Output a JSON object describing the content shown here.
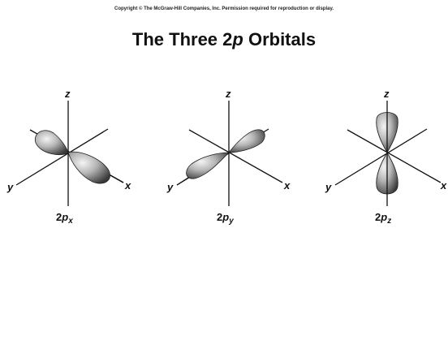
{
  "header": {
    "copyright": "Copyright © The McGraw-Hill Companies, Inc. Permission required for reproduction or display.",
    "title_prefix": "The Three 2",
    "title_italic": "p",
    "title_suffix": " Orbitals"
  },
  "orbitals": [
    {
      "axes": {
        "z": "z",
        "x": "x",
        "y": "y"
      },
      "label_main": "2",
      "label_italic": "p",
      "label_sub": "x"
    },
    {
      "axes": {
        "z": "z",
        "x": "x",
        "y": "y"
      },
      "label_main": "2",
      "label_italic": "p",
      "label_sub": "y"
    },
    {
      "axes": {
        "z": "z",
        "x": "x",
        "y": "y"
      },
      "label_main": "2",
      "label_italic": "p",
      "label_sub": "z"
    }
  ],
  "colors": {
    "lobe_light": "#f2f2f2",
    "lobe_dark": "#3a3a3a",
    "axis": "#111111"
  }
}
